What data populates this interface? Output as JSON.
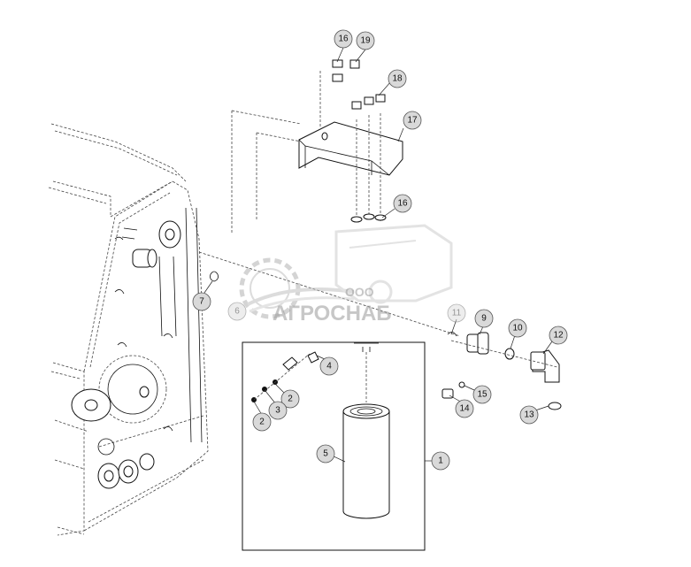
{
  "watermark": {
    "line1": "ООО",
    "line2": "АГРОСНАБ"
  },
  "callouts": [
    {
      "id": "c16a",
      "num": "16"
    },
    {
      "id": "c19",
      "num": "19"
    },
    {
      "id": "c18",
      "num": "18"
    },
    {
      "id": "c17",
      "num": "17"
    },
    {
      "id": "c16b",
      "num": "16"
    },
    {
      "id": "c7",
      "num": "7"
    },
    {
      "id": "c6",
      "num": "6"
    },
    {
      "id": "c11",
      "num": "11"
    },
    {
      "id": "c9",
      "num": "9"
    },
    {
      "id": "c10",
      "num": "10"
    },
    {
      "id": "c12",
      "num": "12"
    },
    {
      "id": "c4",
      "num": "4"
    },
    {
      "id": "c2a",
      "num": "2"
    },
    {
      "id": "c3",
      "num": "3"
    },
    {
      "id": "c2b",
      "num": "2"
    },
    {
      "id": "c15",
      "num": "15"
    },
    {
      "id": "c14",
      "num": "14"
    },
    {
      "id": "c13",
      "num": "13"
    },
    {
      "id": "c5",
      "num": "5"
    },
    {
      "id": "c1",
      "num": "1"
    }
  ]
}
